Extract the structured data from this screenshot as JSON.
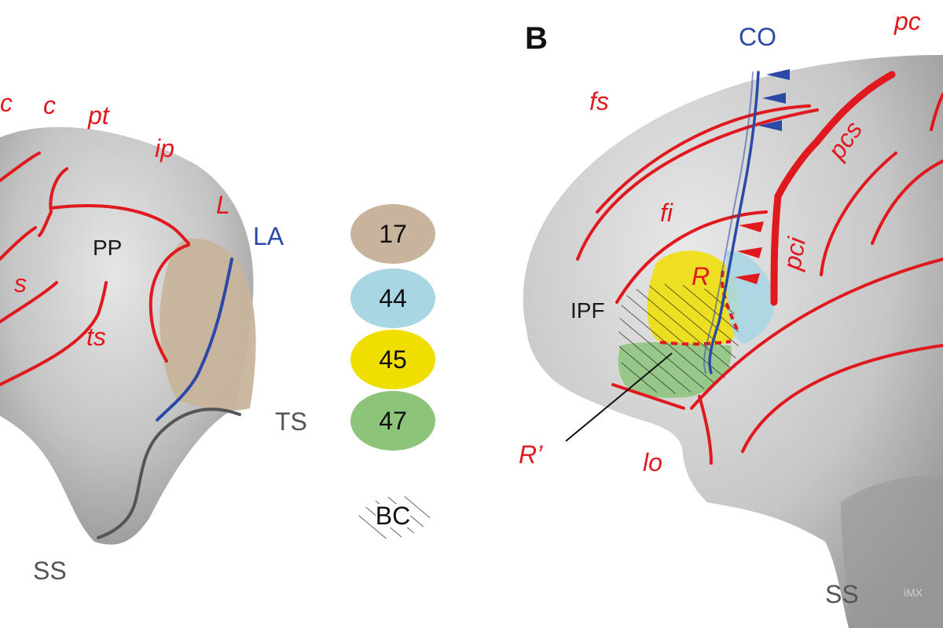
{
  "panel_b": {
    "letter": "B"
  },
  "colors": {
    "sulcus_red": "#e0191e",
    "blue_line": "#2b4aa8",
    "area_17": "#c8b49c",
    "area_44": "#a9d6e3",
    "area_45": "#f0de00",
    "area_47": "#8cc47a",
    "brain_gray": "#a7a7a7"
  },
  "left_brain": {
    "labels": {
      "c1": "c",
      "c2": "c",
      "pt": "pt",
      "ip": "ip",
      "L": "L",
      "LA": "LA",
      "PP": "PP",
      "s": "s",
      "ts": "ts",
      "TS": "TS",
      "SS": "SS"
    }
  },
  "legend": {
    "items": [
      {
        "label": "17",
        "color": "#c8b49c"
      },
      {
        "label": "44",
        "color": "#a9d6e3"
      },
      {
        "label": "45",
        "color": "#f0de00"
      },
      {
        "label": "47",
        "color": "#8cc47a"
      }
    ],
    "bc_label": "BC"
  },
  "right_brain": {
    "labels": {
      "CO": "CO",
      "pc": "pc",
      "fs": "fs",
      "pcs": "pcs",
      "fi": "fi",
      "pci": "pci",
      "R": "R",
      "IPF": "IPF",
      "R_prime": "R’",
      "lo": "lo",
      "SS": "SS"
    }
  },
  "watermark": "iMX"
}
